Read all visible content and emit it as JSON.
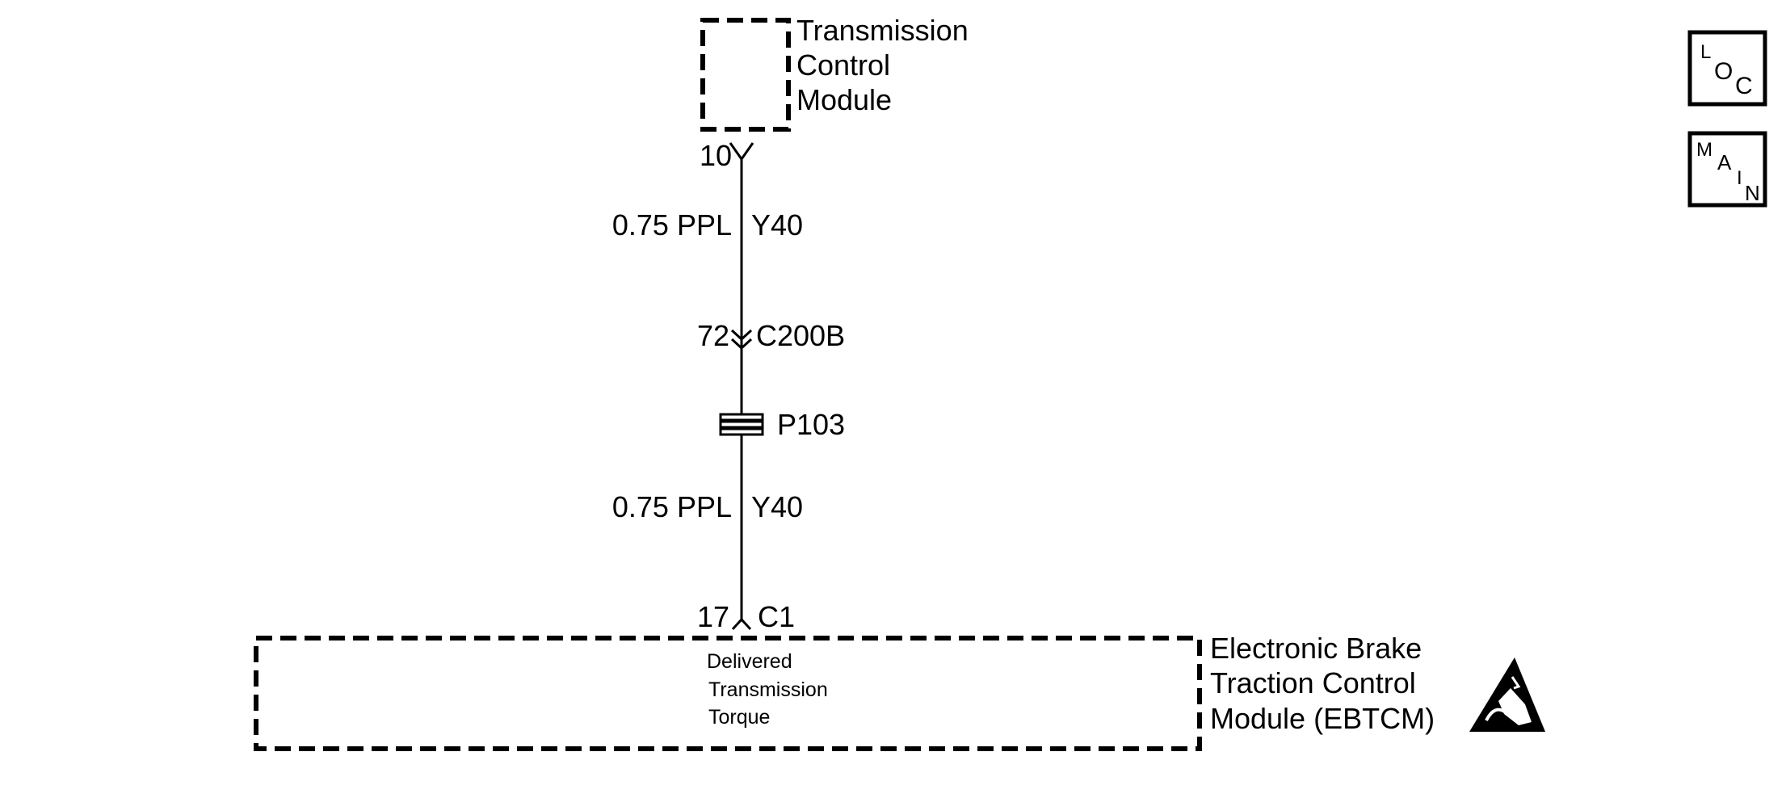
{
  "tcm": {
    "line1": "Transmission",
    "line2": "Control",
    "line3": "Module",
    "pin": "10"
  },
  "wire_top": {
    "gauge_color": "0.75 PPL",
    "circuit": "Y40"
  },
  "connector_c200b": {
    "pin": "72",
    "name": "C200B"
  },
  "splice": {
    "name": "P103"
  },
  "wire_bottom": {
    "gauge_color": "0.75 PPL",
    "circuit": "Y40"
  },
  "connector_c1": {
    "pin": "17",
    "name": "C1"
  },
  "ebtcm": {
    "line1": "Electronic Brake",
    "line2": "Traction Control",
    "line3": "Module (EBTCM)",
    "internal_line1": "Delivered",
    "internal_line2": "Transmission",
    "internal_line3": "Torque"
  },
  "buttons": {
    "loc": {
      "c1": "L",
      "c2": "O",
      "c3": "C"
    },
    "main": {
      "c1": "M",
      "c2": "A",
      "c3": "I",
      "c4": "N"
    }
  },
  "icons": {
    "esd": "esd-warning-icon"
  }
}
